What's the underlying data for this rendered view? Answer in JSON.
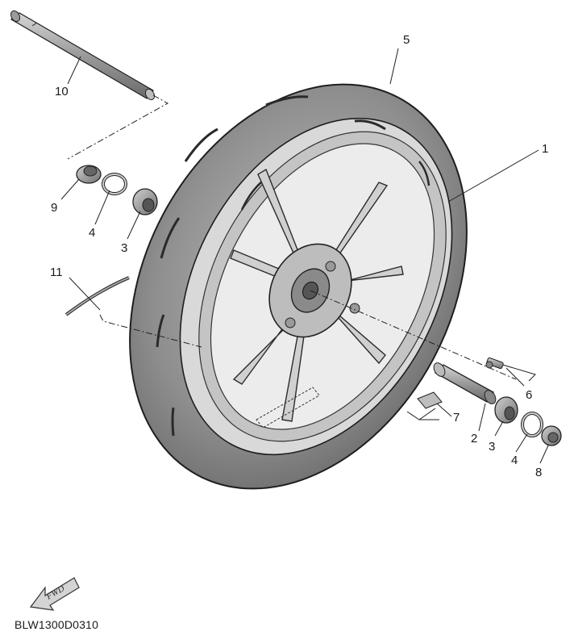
{
  "diagram": {
    "callouts": [
      {
        "id": "c10",
        "label": "10"
      },
      {
        "id": "c5",
        "label": "5"
      },
      {
        "id": "c1",
        "label": "1"
      },
      {
        "id": "c9",
        "label": "9"
      },
      {
        "id": "c4a",
        "label": "4"
      },
      {
        "id": "c3a",
        "label": "3"
      },
      {
        "id": "c11",
        "label": "11"
      },
      {
        "id": "c6",
        "label": "6"
      },
      {
        "id": "c7",
        "label": "7"
      },
      {
        "id": "c2",
        "label": "2"
      },
      {
        "id": "c3b",
        "label": "3"
      },
      {
        "id": "c4b",
        "label": "4"
      },
      {
        "id": "c8",
        "label": "8"
      }
    ],
    "fwd_label": "FWD",
    "drawing_code": "BLW1300D0310"
  }
}
